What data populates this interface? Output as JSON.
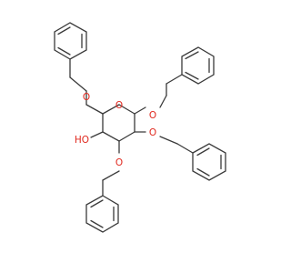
{
  "molecule": {
    "atom_labels": {
      "ring_oxygen": "O",
      "ch2_ether_oxygen": "O",
      "anomeric_oxygen": "O",
      "c2_oxygen": "O",
      "c3_oxygen": "O",
      "hydroxyl": "HO"
    },
    "colors": {
      "bond": "#3a3a3a",
      "oxygen": "#e0281e",
      "background": "#ffffff"
    }
  }
}
